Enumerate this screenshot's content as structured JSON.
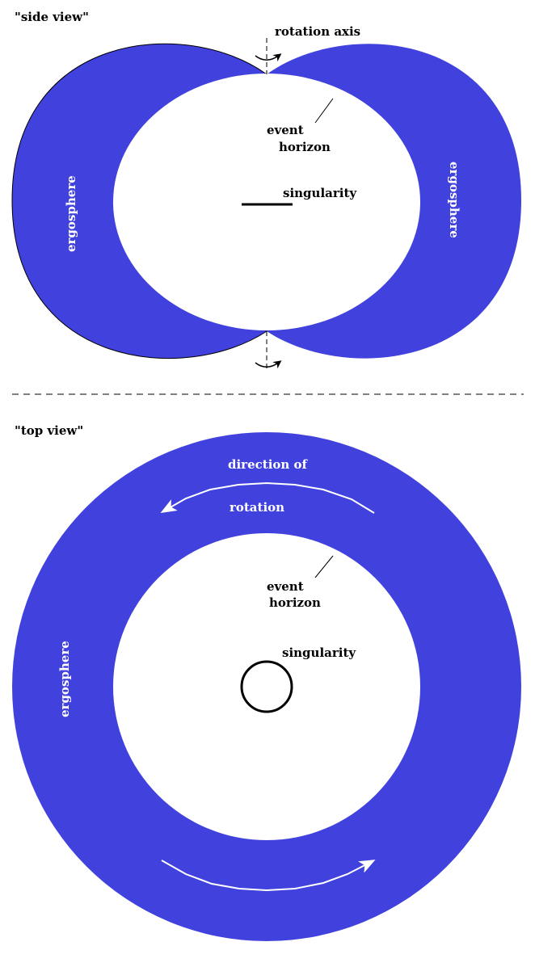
{
  "colors": {
    "ergosphere": "#4142dd",
    "horizon": "#ffffff",
    "ink": "#000000"
  },
  "side_view": {
    "title": "\"side view\"",
    "rotation_axis": "rotation axis",
    "event_horizon_1": "event",
    "event_horizon_2": "horizon",
    "singularity": "singularity",
    "ergosphere_left": "ergosphere",
    "ergosphere_right": "ergosphere"
  },
  "top_view": {
    "title": "\"top view\"",
    "direction_1": "direction of",
    "direction_2": "rotation",
    "event_horizon_1": "event",
    "event_horizon_2": "horizon",
    "singularity": "singularity",
    "ergosphere": "ergosphere"
  }
}
